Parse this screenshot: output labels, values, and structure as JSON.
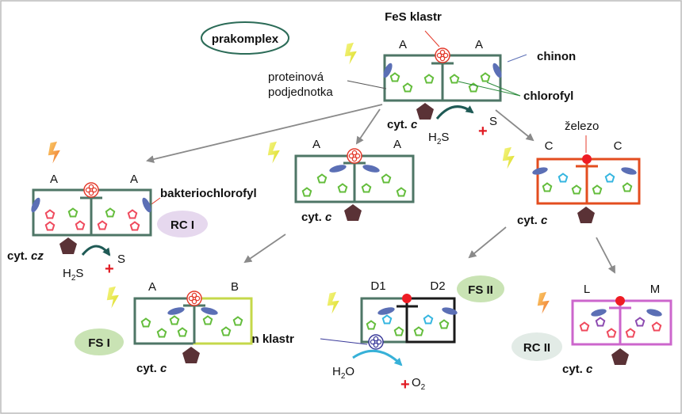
{
  "title": "prakomplex",
  "labels": {
    "fes_klastr": "FeS klastr",
    "chinon": "chinon",
    "proteinova": "proteinová",
    "podjednotka": "podjednotka",
    "chlorofyl": "chlorofyl",
    "zelezo": "železo",
    "bakteriochlorofyl": "bakteriochlorofyl",
    "mn_klastr": "Mn klastr",
    "plus": "+"
  },
  "complexes": {
    "proto": {
      "left": "A",
      "right": "A",
      "cyt": "cyt.",
      "cyt_letter": "c",
      "h2s": "H",
      "h2s_sub": "2",
      "h2s_tail": "S",
      "product": "S"
    },
    "mid": {
      "left": "A",
      "right": "A",
      "cyt": "cyt.",
      "cyt_letter": "c"
    },
    "rc1": {
      "left": "A",
      "right": "A",
      "cyt": "cyt.",
      "cyt_letter": "cz",
      "h2s": "H",
      "h2s_sub": "2",
      "h2s_tail": "S",
      "product": "S",
      "badge": "RC I"
    },
    "right": {
      "left": "C",
      "right": "C",
      "cyt": "cyt.",
      "cyt_letter": "c"
    },
    "fs1": {
      "left": "A",
      "right": "B",
      "cyt": "cyt.",
      "cyt_letter": "c",
      "badge": "FS I"
    },
    "fs2": {
      "left": "D1",
      "right": "D2",
      "badge": "FS II",
      "h2o": "H",
      "h2o_sub": "2",
      "h2o_tail": "O",
      "product": "O",
      "product_sub": "2"
    },
    "rc2": {
      "left": "L",
      "right": "M",
      "cyt": "cyt.",
      "cyt_letter": "c",
      "badge": "RC II"
    }
  },
  "colors": {
    "green_box": "#4e7666",
    "red_box": "#e34d1f",
    "chartreuse_box": "#c5d84a",
    "purple_box": "#cc66cc",
    "pigment_green": "#64bd3c",
    "pigment_red": "#ef4a5d",
    "pigment_cyan": "#36b6e0",
    "pigment_purple": "#8c4bb0",
    "quinone": "#5b6fb5",
    "cytochrome": "#5a3236",
    "arrow_gray": "#8a8a8a",
    "badge_purple": "#e6d8ee",
    "badge_green": "#c9e3b4",
    "badge_gray": "#e2ebe6",
    "lightning_yellow": "#e6e632",
    "lightning_orange": "#f2a03a"
  }
}
